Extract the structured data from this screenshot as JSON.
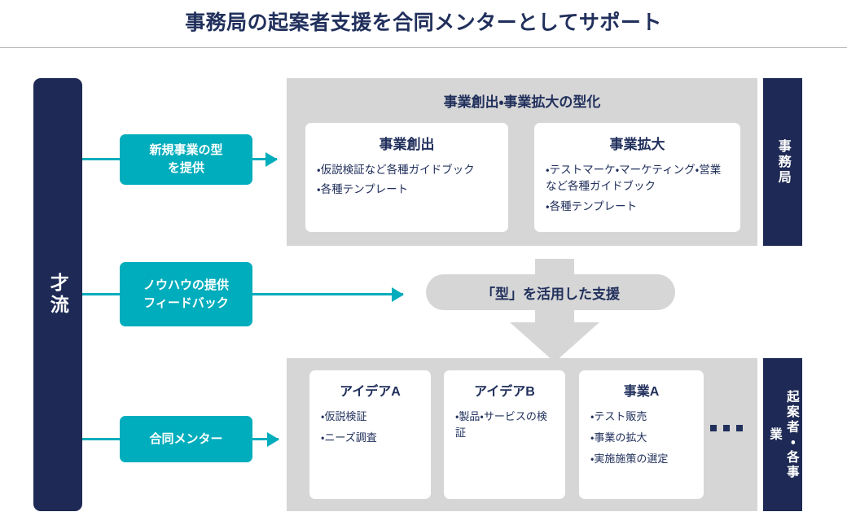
{
  "page": {
    "title": "事務局の起案者支援を合同メンターとしてサポート"
  },
  "colors": {
    "navy": "#1E2A55",
    "teal": "#00ADBC",
    "gray_panel": "#D6D6D6",
    "text": "#21305C",
    "white": "#FFFFFF"
  },
  "brand": {
    "label": "才流"
  },
  "service_boxes": [
    {
      "label": "新規事業の型\nを提供",
      "line1": "新規事業の型",
      "line2": "を提供"
    },
    {
      "label": "ノウハウの提供\nフィードバック",
      "line1": "ノウハウの提供",
      "line2": "フィードバック"
    },
    {
      "label": "合同メンター",
      "line1": "合同メンター",
      "line2": ""
    }
  ],
  "top_panel": {
    "heading": "事業創出・事業拡大の型化",
    "side_label": "事務局",
    "cards": [
      {
        "title": "事業創出",
        "bullets": [
          "・仮説検証など各種ガイドブック",
          "・各種テンプレート"
        ]
      },
      {
        "title": "事業拡大",
        "bullets": [
          "・テストマーケ・マーケティング・営業 など各種ガイドブック",
          "・各種テンプレート"
        ]
      }
    ]
  },
  "middle": {
    "pill_label": "「型」を活用した支援"
  },
  "bottom_panel": {
    "side_label": "起案者・各事業",
    "ellipsis": "・・・",
    "cards": [
      {
        "title": "アイデアA",
        "bullets": [
          "・仮説検証",
          "・ニーズ調査"
        ]
      },
      {
        "title": "アイデアB",
        "bullets": [
          "・製品・サービスの検証"
        ]
      },
      {
        "title": "事業A",
        "bullets": [
          "・テスト販売",
          "・事業の拡大",
          "・実施施策の選定"
        ]
      }
    ]
  }
}
